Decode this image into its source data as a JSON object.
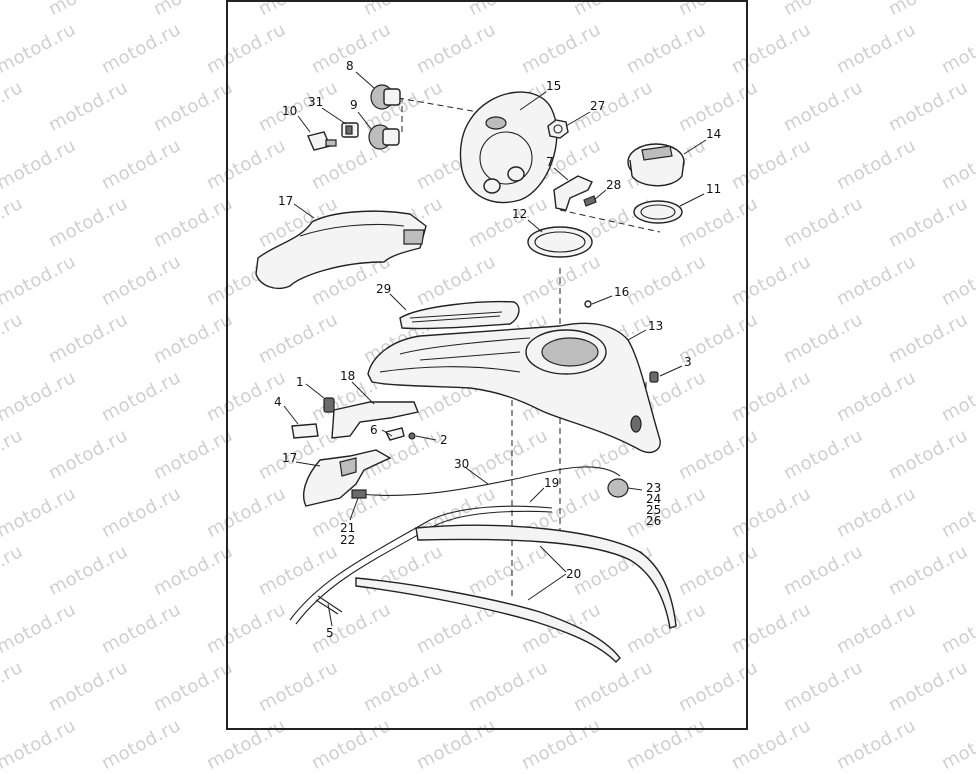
{
  "watermark_text": "motod.ru",
  "callouts": [
    "1",
    "2",
    "3",
    "4",
    "5",
    "6",
    "7",
    "8",
    "9",
    "10",
    "11",
    "12",
    "13",
    "14",
    "15",
    "16",
    "17",
    "17",
    "18",
    "19",
    "20",
    "21",
    "22",
    "23",
    "24",
    "25",
    "26",
    "27",
    "28",
    "29",
    "30",
    "31"
  ]
}
